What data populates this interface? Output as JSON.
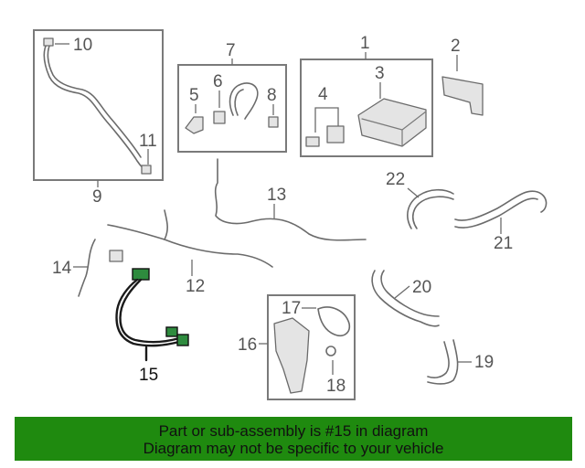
{
  "diagram": {
    "callouts": {
      "c1": "1",
      "c2": "2",
      "c3": "3",
      "c4": "4",
      "c5": "5",
      "c6": "6",
      "c7": "7",
      "c8": "8",
      "c9": "9",
      "c10": "10",
      "c11": "11",
      "c12": "12",
      "c13": "13",
      "c14": "14",
      "c15": "15",
      "c16": "16",
      "c17": "17",
      "c18": "18",
      "c19": "19",
      "c20": "20",
      "c21": "21",
      "c22": "22"
    },
    "highlight_color": "#2e8b3e"
  },
  "banner": {
    "line1": "Part or sub-assembly is #15 in diagram",
    "line2": "Diagram may not be specific to your vehicle",
    "background": "#1f8a0f"
  }
}
